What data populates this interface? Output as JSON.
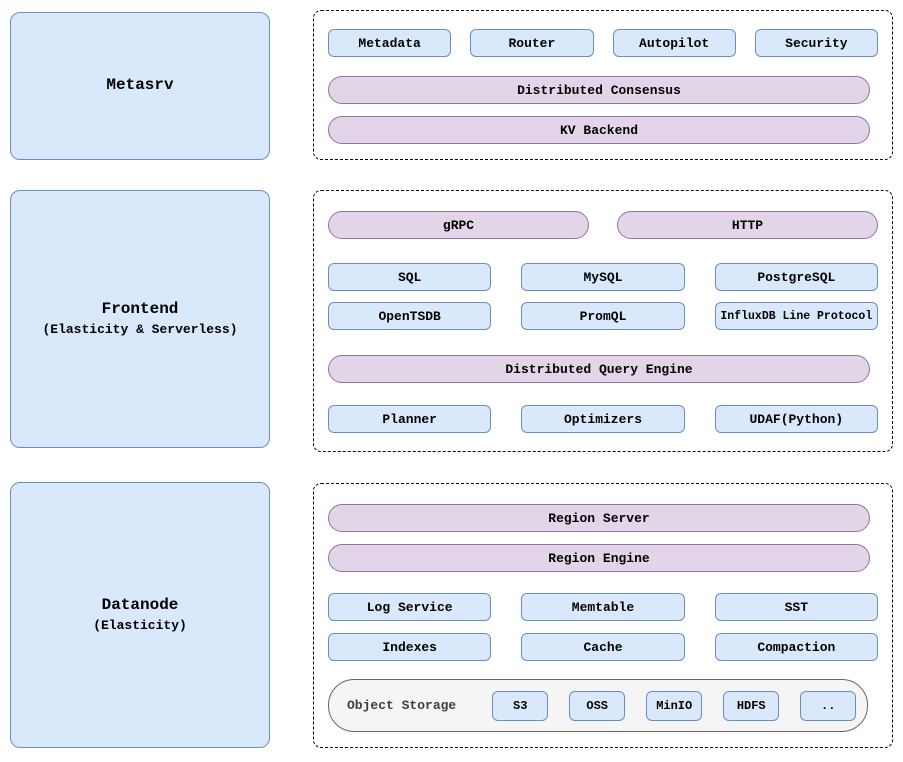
{
  "sections": {
    "metasrv": {
      "title": "Metasrv",
      "subtitle": "",
      "components": [
        "Metadata",
        "Router",
        "Autopilot",
        "Security"
      ],
      "consensus_pill": "Distributed Consensus",
      "kv_pill": "KV Backend"
    },
    "frontend": {
      "title": "Frontend",
      "subtitle": "(Elasticity & Serverless)",
      "protocols": [
        "gRPC",
        "HTTP"
      ],
      "query_languages_row1": [
        "SQL",
        "MySQL",
        "PostgreSQL"
      ],
      "query_languages_row2": [
        "OpenTSDB",
        "PromQL",
        "InfluxDB Line Protocol"
      ],
      "engine_pill": "Distributed Query Engine",
      "engine_components": [
        "Planner",
        "Optimizers",
        "UDAF(Python)"
      ]
    },
    "datanode": {
      "title": "Datanode",
      "subtitle": "(Elasticity)",
      "region_server_pill": "Region Server",
      "region_engine_pill": "Region Engine",
      "components_row1": [
        "Log Service",
        "Memtable",
        "SST"
      ],
      "components_row2": [
        "Indexes",
        "Cache",
        "Compaction"
      ],
      "object_storage": {
        "label": "Object Storage",
        "backends": [
          "S3",
          "OSS",
          "MinIO",
          "HDFS",
          ".."
        ]
      }
    }
  },
  "colors": {
    "node_fill": "#dae8fc",
    "node_stroke": "#6c8ebf",
    "pill_fill": "#e1d5e7",
    "pill_stroke": "#9673a6",
    "storage_fill": "#f5f5f5",
    "storage_stroke": "#666666",
    "panel_border": "#000000"
  }
}
